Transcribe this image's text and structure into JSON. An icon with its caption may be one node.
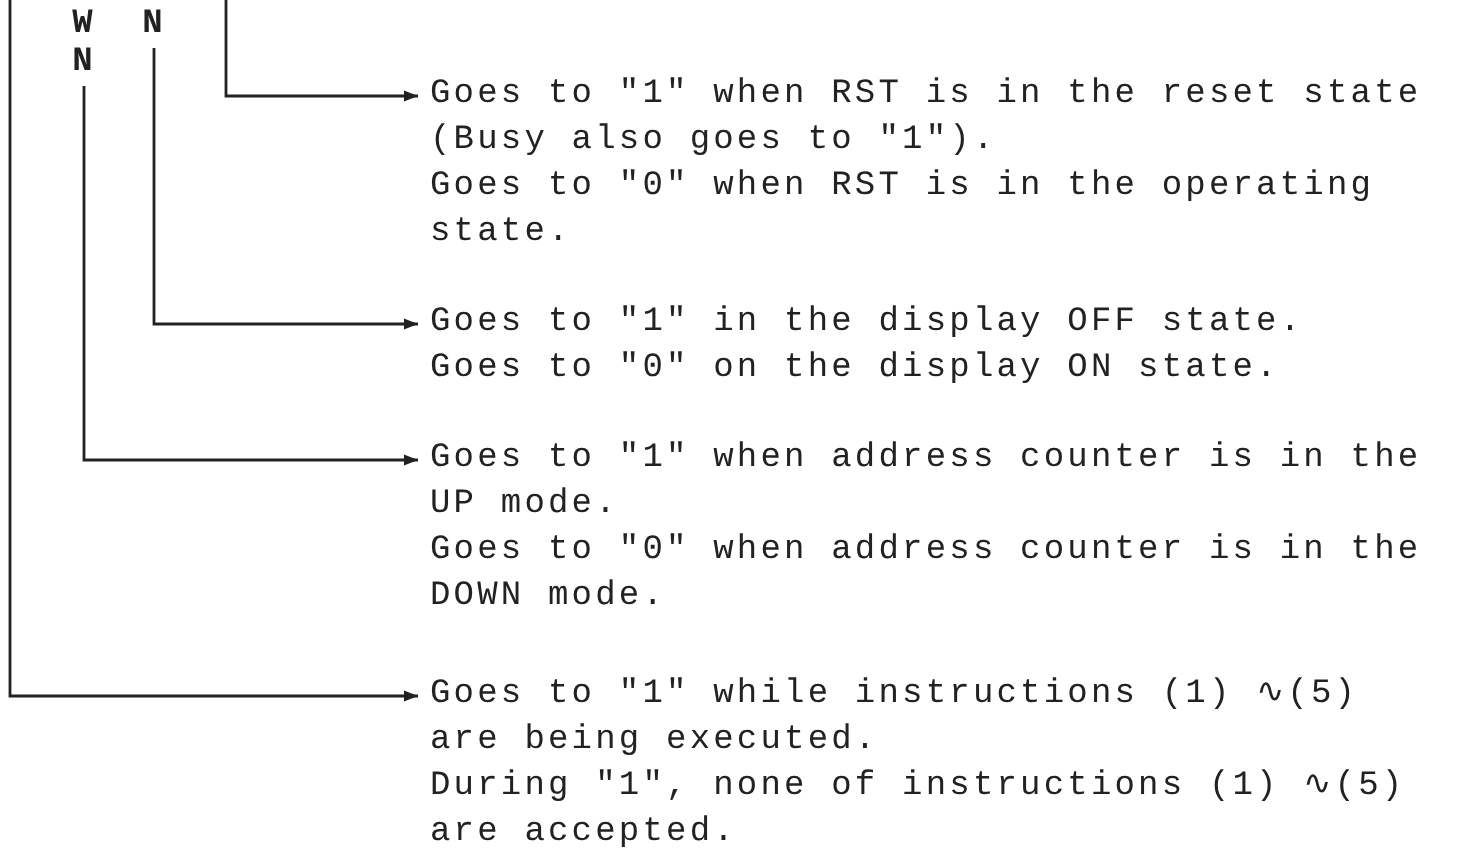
{
  "diagram": {
    "nodes": [
      {
        "text": [
          "W N"
        ]
      },
      {
        "text": [
          "N"
        ]
      },
      {
        "text": [
          "Goes to \"1\" when RST is in the reset state (Busy also goes to \"1\").",
          "Goes to \"0\" when RST is in the operating state."
        ]
      },
      {
        "text": [
          "Goes to \"1\" in the display OFF state.",
          "Goes to \"0\" on the display ON state."
        ]
      },
      {
        "text": [
          "Goes to \"1\" when address counter is in the UP mode.",
          "Goes to \"0\" when address counter is in the DOWN mode."
        ]
      },
      {
        "text": [
          "Goes to \"1\" while instructions (1) ∿(5) are being executed.",
          "During \"1\", none of instructions (1) ∿(5) are accepted."
        ]
      }
    ],
    "edges": [
      {
        "from": null,
        "to": 2,
        "arrow": "to"
      },
      {
        "from": 1,
        "to": 3,
        "arrow": "to"
      },
      {
        "from": 0,
        "to": 4,
        "arrow": "to"
      },
      {
        "from": null,
        "to": 5,
        "arrow": "to"
      }
    ]
  }
}
